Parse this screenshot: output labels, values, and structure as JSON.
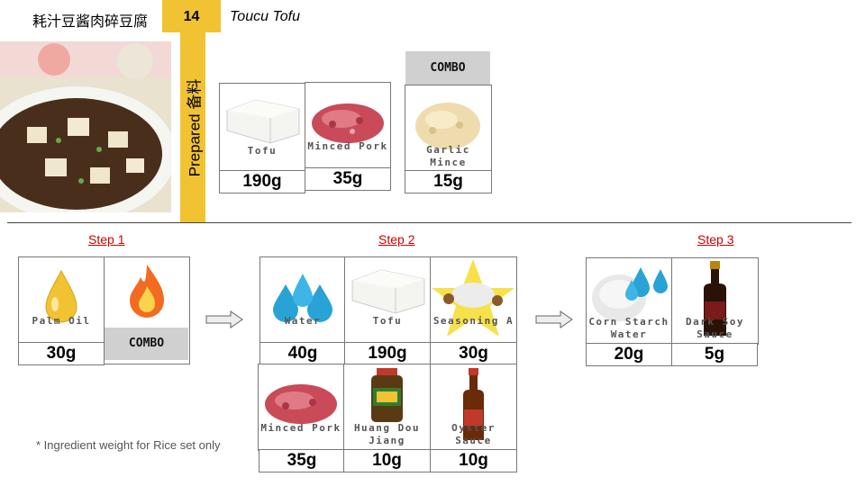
{
  "header": {
    "title_cn": "耗汁豆酱肉碎豆腐",
    "number": "14",
    "title_en": "Toucu Tofu"
  },
  "prepared_label": "Prepared 备料",
  "prepared": {
    "items": [
      {
        "label": "Tofu",
        "weight": "190g"
      },
      {
        "label": "Minced Pork",
        "weight": "35g"
      }
    ],
    "combo": {
      "tag": "COMBO",
      "label": "Garlic Mince",
      "weight": "15g"
    }
  },
  "steps": {
    "step1": {
      "title": "Step 1",
      "items": [
        {
          "label": "Palm Oil",
          "weight": "30g"
        }
      ],
      "combo_tag": "COMBO"
    },
    "step2": {
      "title": "Step 2",
      "row1": [
        {
          "label": "Water",
          "weight": "40g"
        },
        {
          "label": "Tofu",
          "weight": "190g"
        },
        {
          "label": "Seasoning A",
          "weight": "30g"
        }
      ],
      "row2": [
        {
          "label": "Minced Pork",
          "weight": "35g"
        },
        {
          "label": "Huang Dou Jiang",
          "weight": "10g"
        },
        {
          "label": "Oyster Sauce",
          "weight": "10g"
        }
      ]
    },
    "step3": {
      "title": "Step 3",
      "items": [
        {
          "label": "Corn Starch Water",
          "weight": "20g"
        },
        {
          "label": "Dark Soy Sauce",
          "weight": "5g"
        }
      ]
    }
  },
  "note": "* Ingredient weight for Rice set only",
  "colors": {
    "accent": "#f1c232",
    "step_title": "#cc0000",
    "combo_bg": "#d0d0d0"
  }
}
